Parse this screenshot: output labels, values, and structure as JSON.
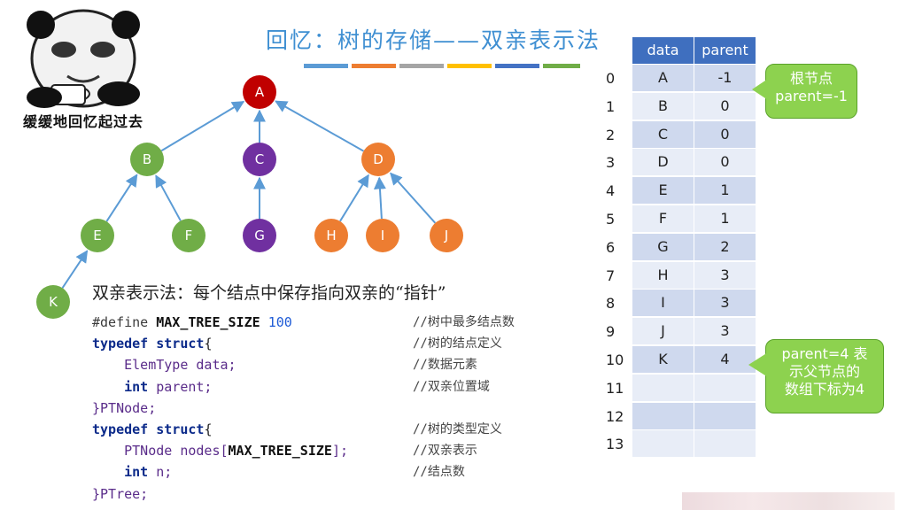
{
  "meme": {
    "caption": "缓缓地回忆起过去"
  },
  "title": "回忆：树的存储——双亲表示法",
  "title_bar_colors": [
    "#5b9bd5",
    "#ed7d31",
    "#a5a5a5",
    "#ffc000",
    "#4472c4",
    "#70ad47"
  ],
  "tree": {
    "nodes": [
      {
        "label": "A",
        "color": "#c00000"
      },
      {
        "label": "B",
        "color": "#70ad47"
      },
      {
        "label": "C",
        "color": "#7030a0"
      },
      {
        "label": "D",
        "color": "#ed7d31"
      },
      {
        "label": "E",
        "color": "#70ad47"
      },
      {
        "label": "F",
        "color": "#70ad47"
      },
      {
        "label": "G",
        "color": "#7030a0"
      },
      {
        "label": "H",
        "color": "#ed7d31"
      },
      {
        "label": "I",
        "color": "#ed7d31"
      },
      {
        "label": "J",
        "color": "#ed7d31"
      },
      {
        "label": "K",
        "color": "#70ad47"
      }
    ],
    "edge_color": "#5b9bd5"
  },
  "subtitle": "双亲表示法：每个结点中保存指向双亲的“指针”",
  "code": {
    "l1": {
      "define": "#define",
      "macro": "MAX_TREE_SIZE",
      "num": "100",
      "comment": "//树中最多结点数"
    },
    "l2": {
      "kw1": "typedef",
      "kw2": "struct",
      "rest": "{",
      "comment": "//树的结点定义"
    },
    "l3": {
      "type": "ElemType",
      "field": "data;",
      "comment": "//数据元素"
    },
    "l4": {
      "kw": "int",
      "field": "parent;",
      "comment": "//双亲位置域"
    },
    "l5": {
      "text": "}PTNode;"
    },
    "l6": {
      "kw1": "typedef",
      "kw2": "struct",
      "rest": "{",
      "comment": "//树的类型定义"
    },
    "l7": {
      "type": "PTNode",
      "field": "nodes[",
      "macro": "MAX_TREE_SIZE",
      "close": "];",
      "comment": "//双亲表示"
    },
    "l8": {
      "kw": "int",
      "field": "n;",
      "comment": "//结点数"
    },
    "l9": {
      "text": "}PTree;"
    }
  },
  "table": {
    "headers": [
      "data",
      "parent"
    ],
    "rows": [
      {
        "i": "0",
        "data": "A",
        "parent": "-1"
      },
      {
        "i": "1",
        "data": "B",
        "parent": "0"
      },
      {
        "i": "2",
        "data": "C",
        "parent": "0"
      },
      {
        "i": "3",
        "data": "D",
        "parent": "0"
      },
      {
        "i": "4",
        "data": "E",
        "parent": "1"
      },
      {
        "i": "5",
        "data": "F",
        "parent": "1"
      },
      {
        "i": "6",
        "data": "G",
        "parent": "2"
      },
      {
        "i": "7",
        "data": "H",
        "parent": "3"
      },
      {
        "i": "8",
        "data": "I",
        "parent": "3"
      },
      {
        "i": "9",
        "data": "J",
        "parent": "3"
      },
      {
        "i": "10",
        "data": "K",
        "parent": "4"
      },
      {
        "i": "11",
        "data": "",
        "parent": ""
      },
      {
        "i": "12",
        "data": "",
        "parent": ""
      },
      {
        "i": "13",
        "data": "",
        "parent": ""
      }
    ]
  },
  "callouts": {
    "root": {
      "line1": "根节点",
      "line2": "parent=-1"
    },
    "k": {
      "line1": "parent=4 表",
      "line2": "示父节点的",
      "line3": "数组下标为4"
    }
  }
}
